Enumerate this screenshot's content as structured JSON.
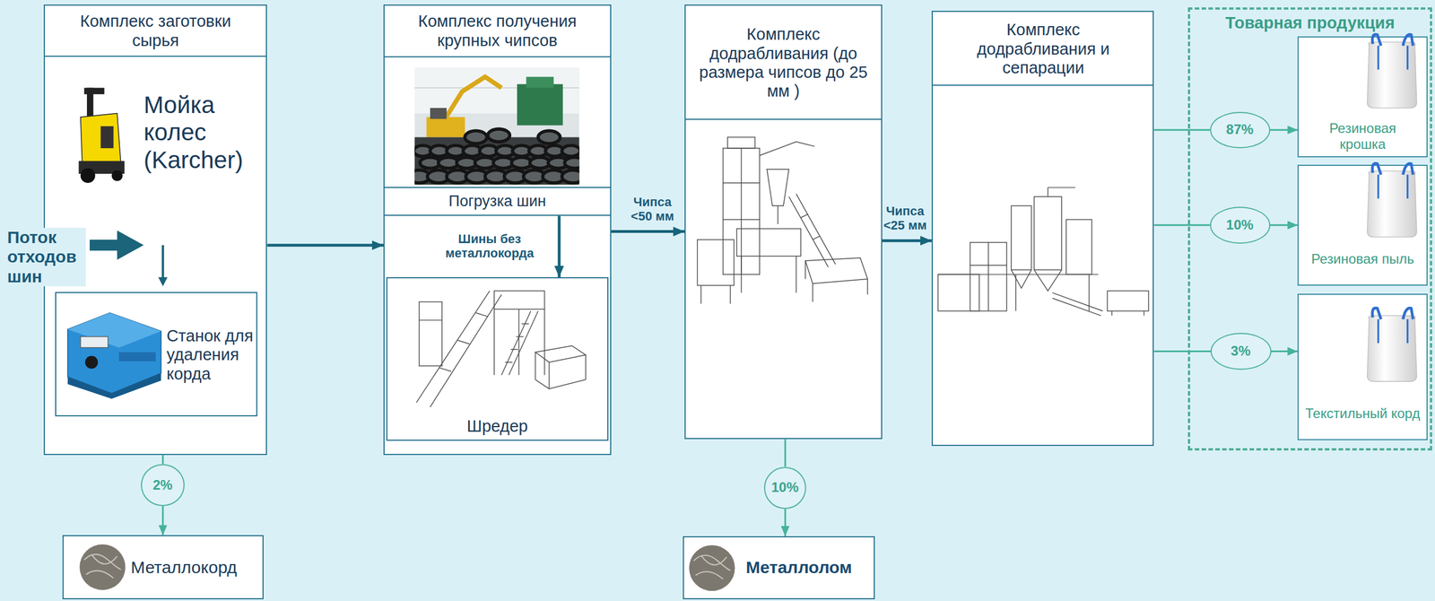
{
  "diagram": {
    "nodes": [
      {
        "text": [
          "Комплекс заготовки сырья",
          "Мойка колес (Karcher)"
        ]
      },
      {
        "text": [
          "Станок для удаления корда"
        ],
        "in": 0
      },
      {
        "text": [
          "Комплекс получения крупных чипсов"
        ]
      },
      {
        "text": [
          "Погрузка шин"
        ],
        "in": 2
      },
      {
        "text": [
          "Шредер"
        ],
        "in": 2
      },
      {
        "text": [
          "Комплекс додрабливания (до размера чипсов до 25 мм )"
        ]
      },
      {
        "text": [
          "Комплекс додрабливания и сепарации"
        ]
      },
      {
        "text": [
          "Товарная продукция"
        ]
      },
      {
        "text": [
          "87%"
        ],
        "in": 7
      },
      {
        "text": [
          "Резиновая крошка"
        ],
        "in": 7
      },
      {
        "text": [
          "10%"
        ],
        "in": 7
      },
      {
        "text": [
          "Резиновая пыль"
        ],
        "in": 7
      },
      {
        "text": [
          "3%"
        ],
        "in": 7
      },
      {
        "text": [
          "Текстильный корд"
        ],
        "in": 7
      },
      {
        "text": [
          "2%"
        ]
      },
      {
        "text": [
          "Металлокорд"
        ]
      },
      {
        "text": [
          "10%"
        ]
      },
      {
        "text": [
          "Металлолом"
        ]
      }
    ],
    "edges": [
      {
        "from": 0,
        "to": 2,
        "arrow": "to"
      },
      {
        "from": 3,
        "to": 4,
        "label": "Шины без металлокорда",
        "arrow": "to"
      },
      {
        "from": 2,
        "to": 5,
        "label": "Чипса <50 мм",
        "arrow": "to"
      },
      {
        "from": 5,
        "to": 6,
        "label": "Чипса <25 мм",
        "arrow": "to"
      },
      {
        "from": 6,
        "to": 8,
        "arrow": "none"
      },
      {
        "from": 8,
        "to": 9,
        "arrow": "to"
      },
      {
        "from": 6,
        "to": 10,
        "arrow": "none"
      },
      {
        "from": 10,
        "to": 11,
        "arrow": "to"
      },
      {
        "from": 6,
        "to": 12,
        "arrow": "none"
      },
      {
        "from": 12,
        "to": 13,
        "arrow": "to"
      },
      {
        "from": 0,
        "to": 14,
        "arrow": "none"
      },
      {
        "from": 14,
        "to": 15,
        "arrow": "to"
      },
      {
        "from": 5,
        "to": 16,
        "arrow": "none"
      },
      {
        "from": 16,
        "to": 17,
        "arrow": "to"
      }
    ],
    "labels": [
      "Поток отходов шин"
    ]
  }
}
